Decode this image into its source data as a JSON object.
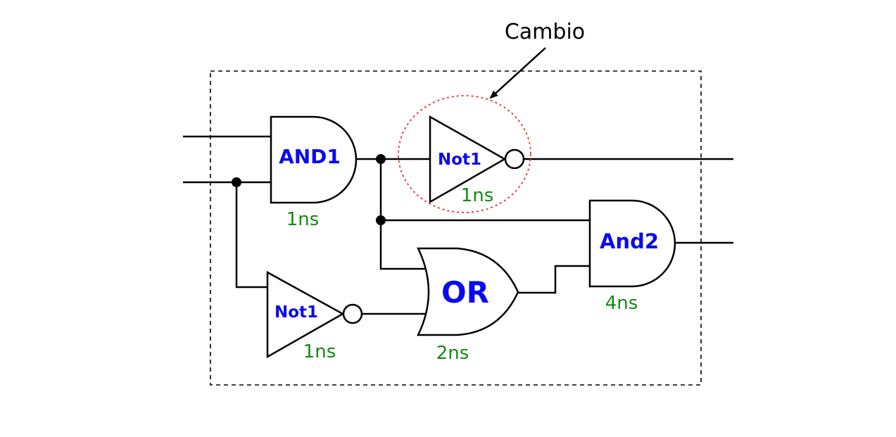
{
  "annotation": {
    "text": "Cambio"
  },
  "gates": {
    "and1": {
      "label": "AND1",
      "delay": "1ns"
    },
    "not1_top": {
      "label": "Not1",
      "delay": "1ns"
    },
    "and2": {
      "label": "And2",
      "delay": "4ns"
    },
    "or": {
      "label": "OR",
      "delay": "2ns"
    },
    "not1_bottom": {
      "label": "Not1",
      "delay": "1ns"
    }
  },
  "colors": {
    "gate_label": "#0a0af0",
    "delay_label": "#138a13",
    "highlight": "#e53030"
  }
}
